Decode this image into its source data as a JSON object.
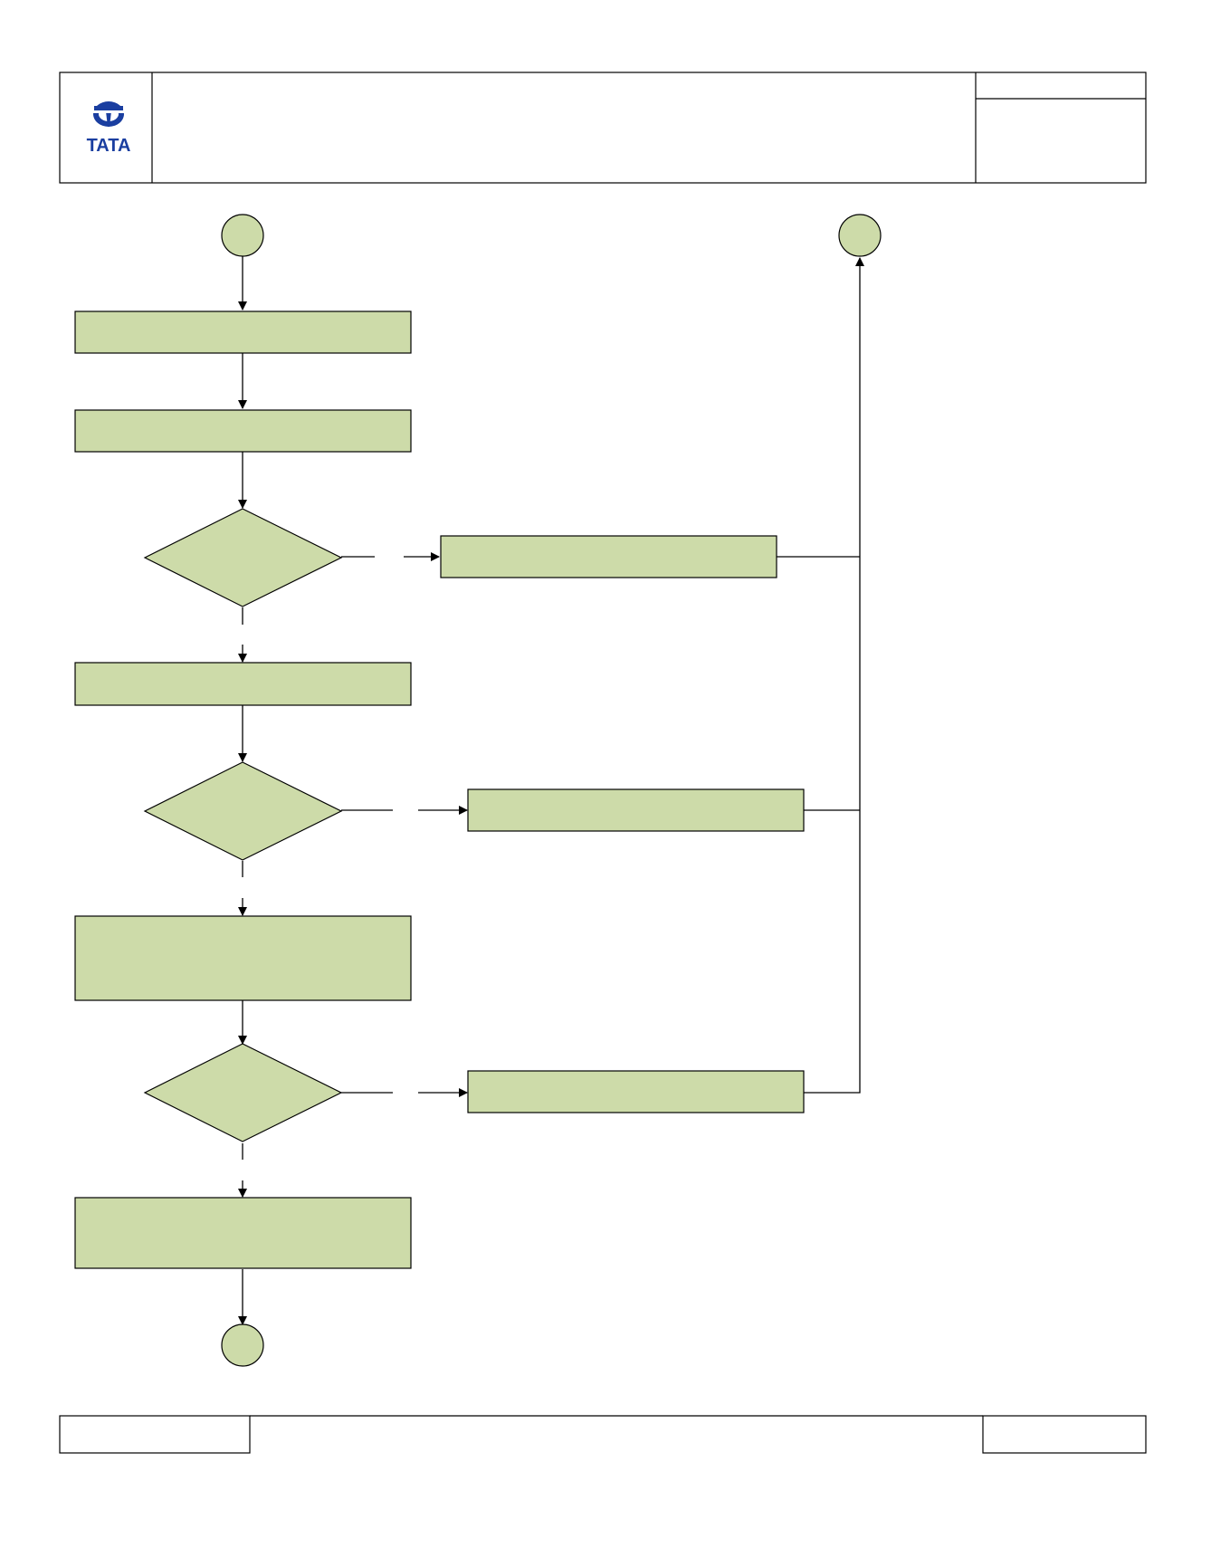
{
  "header": {
    "logo_text": "TATA",
    "logo_color": "#1a3ea0",
    "title": "",
    "doc_no": "",
    "revision": ""
  },
  "footer": {
    "left": "",
    "center": "",
    "right": ""
  },
  "flowchart": {
    "fill_color": "#cddba9",
    "stroke_color": "#000000",
    "nodes": [
      {
        "id": "start",
        "shape": "circle",
        "label": ""
      },
      {
        "id": "end-top",
        "shape": "circle",
        "label": ""
      },
      {
        "id": "step-1",
        "shape": "rect",
        "label": ""
      },
      {
        "id": "step-2",
        "shape": "rect",
        "label": ""
      },
      {
        "id": "decision-1",
        "shape": "diamond",
        "label": ""
      },
      {
        "id": "action-1",
        "shape": "rect",
        "label": ""
      },
      {
        "id": "step-3",
        "shape": "rect",
        "label": ""
      },
      {
        "id": "decision-2",
        "shape": "diamond",
        "label": ""
      },
      {
        "id": "action-2",
        "shape": "rect",
        "label": ""
      },
      {
        "id": "step-4",
        "shape": "rect",
        "label": ""
      },
      {
        "id": "decision-3",
        "shape": "diamond",
        "label": ""
      },
      {
        "id": "action-3",
        "shape": "rect",
        "label": ""
      },
      {
        "id": "step-5",
        "shape": "rect",
        "label": ""
      },
      {
        "id": "end-bottom",
        "shape": "circle",
        "label": ""
      }
    ],
    "edges": [
      {
        "from": "start",
        "to": "step-1",
        "label": ""
      },
      {
        "from": "step-1",
        "to": "step-2",
        "label": ""
      },
      {
        "from": "step-2",
        "to": "decision-1",
        "label": ""
      },
      {
        "from": "decision-1",
        "to": "action-1",
        "label": ""
      },
      {
        "from": "decision-1",
        "to": "step-3",
        "label": ""
      },
      {
        "from": "step-3",
        "to": "decision-2",
        "label": ""
      },
      {
        "from": "decision-2",
        "to": "action-2",
        "label": ""
      },
      {
        "from": "decision-2",
        "to": "step-4",
        "label": ""
      },
      {
        "from": "step-4",
        "to": "decision-3",
        "label": ""
      },
      {
        "from": "decision-3",
        "to": "action-3",
        "label": ""
      },
      {
        "from": "decision-3",
        "to": "step-5",
        "label": ""
      },
      {
        "from": "step-5",
        "to": "end-bottom",
        "label": ""
      },
      {
        "from": "action-1",
        "to": "end-top",
        "label": ""
      },
      {
        "from": "action-2",
        "to": "end-top",
        "label": ""
      },
      {
        "from": "action-3",
        "to": "end-top",
        "label": ""
      }
    ]
  }
}
